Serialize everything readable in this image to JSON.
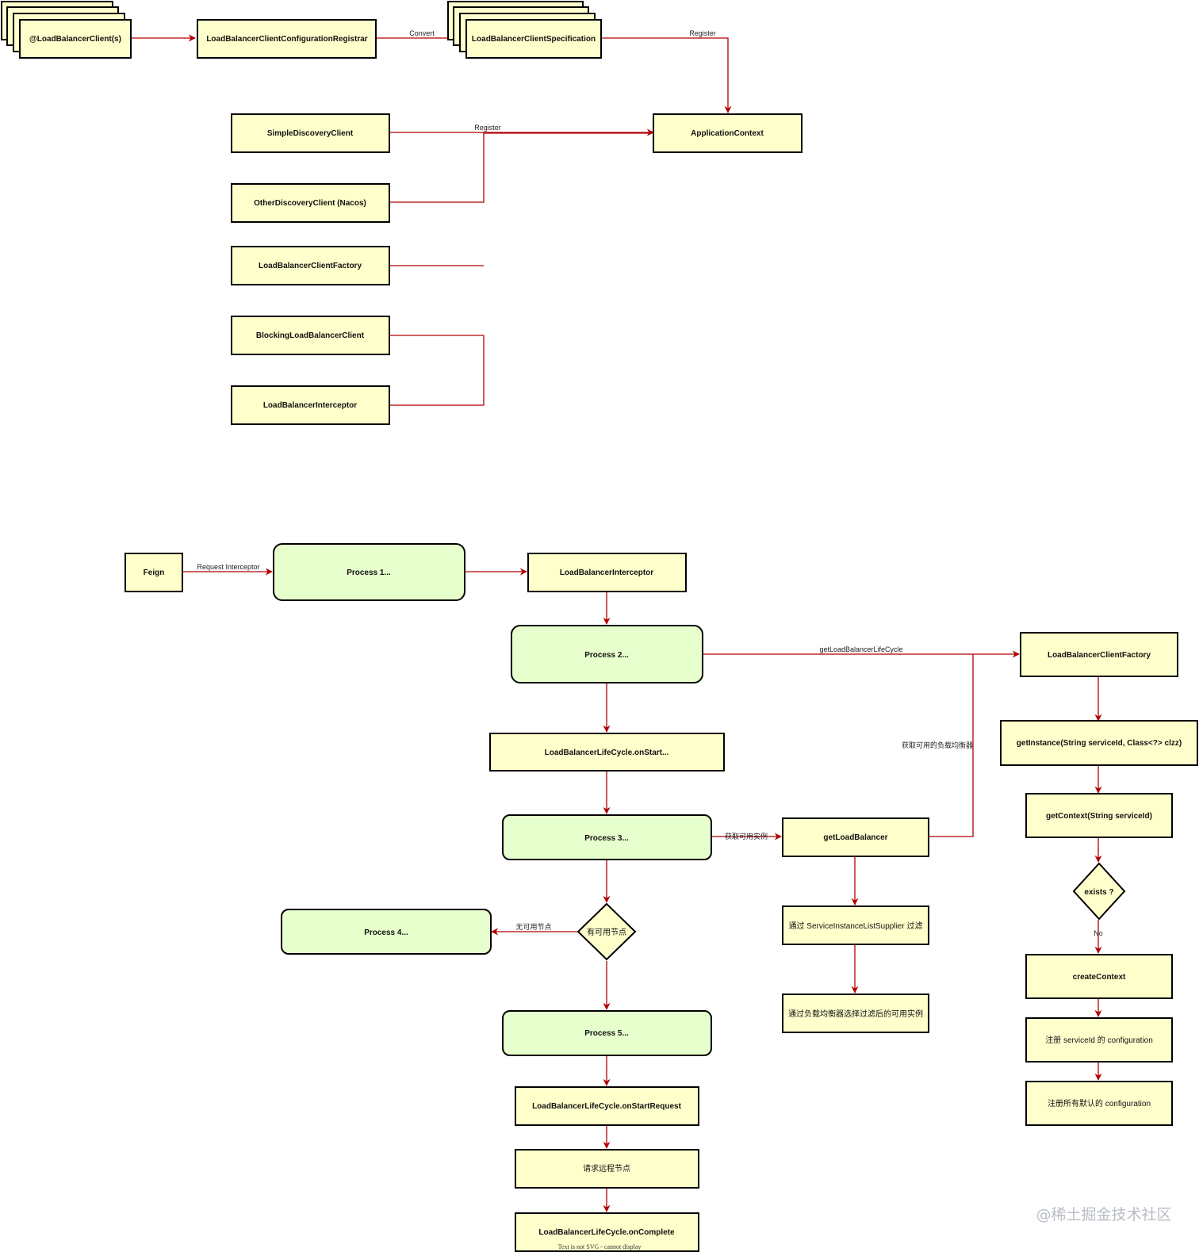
{
  "colors": {
    "box_fill": "#ffffcc",
    "process_fill": "#e6ffcc",
    "border": "#000000",
    "edge": "#b20000"
  },
  "nodes": {
    "lbclient_stack": "@LoadBalancerClient(s)",
    "registrar": "LoadBalancerClientConfigurationRegistrar",
    "specification_stack": "LoadBalancerClientSpecification",
    "application_context": "ApplicationContext",
    "simple_discovery_client": "SimpleDiscoveryClient",
    "other_discovery_client": "OtherDiscoveryClient (Nacos)",
    "lb_client_factory_top": "LoadBalancerClientFactory",
    "blocking_lb_client": "BlockingLoadBalancerClient",
    "lb_interceptor_top": "LoadBalancerInterceptor",
    "feign": "Feign",
    "process_1": "Process 1...",
    "lb_interceptor": "LoadBalancerInterceptor",
    "process_2": "Process 2...",
    "lb_client_factory": "LoadBalancerClientFactory",
    "lifecycle_onstart": "LoadBalancerLifeCycle.onStart...",
    "get_instance": "getInstance(String serviceId, Class<?> clzz)",
    "get_context": "getContext(String serviceId)",
    "process_3": "Process 3...",
    "get_load_balancer": "getLoadBalancer",
    "exists_decision": "exists ?",
    "filter_supplier": "通过 ServiceInstanceListSupplier 过滤",
    "process_4": "Process 4...",
    "has_node_decision": "有可用节点",
    "create_context": "createContext",
    "select_instance": "通过负载均衡器选择过滤后的可用实例",
    "process_5": "Process 5...",
    "register_service_config": "注册 serviceId 的 configuration",
    "lifecycle_onstartrequest": "LoadBalancerLifeCycle.onStartRequest",
    "register_default_config": "注册所有默认的 configuration",
    "request_remote": "请求远程节点",
    "lifecycle_oncomplete": "LoadBalancerLifeCycle.onComplete"
  },
  "edge_labels": {
    "convert": "Convert",
    "register_spec": "Register",
    "register_clients": "Register",
    "request_interceptor": "Request Interceptor",
    "get_lifecycle": "getLoadBalancerLifeCycle",
    "get_available_lb": "获取可用的负载均衡器",
    "get_available_instance": "获取可用实例",
    "no_available_node": "无可用节点",
    "no": "No"
  },
  "footnote": "Text is not SVG - cannot display",
  "watermark": "@稀土掘金技术社区"
}
